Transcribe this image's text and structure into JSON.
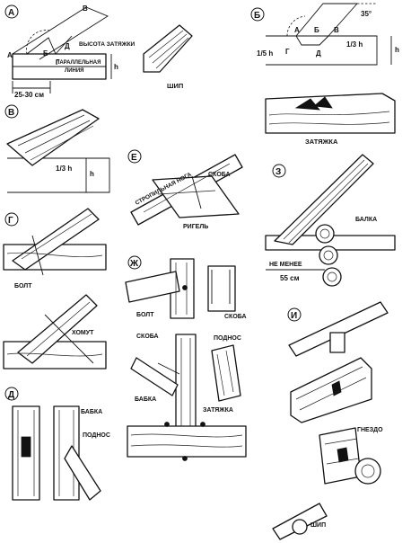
{
  "panels": {
    "a": {
      "letter": "А",
      "point_labels": [
        "А",
        "Б",
        "В",
        "Г",
        "Д"
      ],
      "height_label": "ВЫСОТА ЗАТЯЖКИ",
      "h": "h",
      "parallel_label_1": "ПАРАЛЛЕЛЬНАЯ",
      "parallel_label_2": "ЛИНИЯ",
      "dimension": "25-30 см",
      "tenon_label": "ШИП"
    },
    "b": {
      "letter": "Б",
      "angle": "35°",
      "point_labels": [
        "А",
        "Б",
        "В",
        "Г",
        "Д"
      ],
      "fraction_left": "1/5 h",
      "fraction_right": "1/3 h",
      "h": "h",
      "tie_label": "ЗАТЯЖКА"
    },
    "v": {
      "letter": "В",
      "fraction": "1/3 h",
      "h": "h"
    },
    "e": {
      "letter": "Е",
      "rafter_label": "СТРОПИЛЬНАЯ НОГА",
      "bracket_label": "СКОБА",
      "beam_label": "РИГЕЛЬ"
    },
    "z": {
      "letter": "З",
      "beam_label": "БАЛКА",
      "min_label": "НЕ МЕНЕЕ",
      "min_value": "55 см"
    },
    "g": {
      "letter": "Г",
      "bolt_label": "БОЛТ",
      "clamp_label": "ХОМУТ"
    },
    "zh": {
      "letter": "Ж",
      "bolt_label": "БОЛТ",
      "bracket_label": "СКОБА",
      "bracket_label_2": "СКОБА",
      "support_label": "ПОДНОС",
      "post_label": "БАБКА",
      "tie_label": "ЗАТЯЖКА"
    },
    "i": {
      "letter": "И",
      "socket_label": "ГНЕЗДО",
      "tenon_label": "ШИП"
    },
    "d": {
      "letter": "Д",
      "post_label": "БАБКА",
      "support_label": "ПОДНОС"
    }
  }
}
